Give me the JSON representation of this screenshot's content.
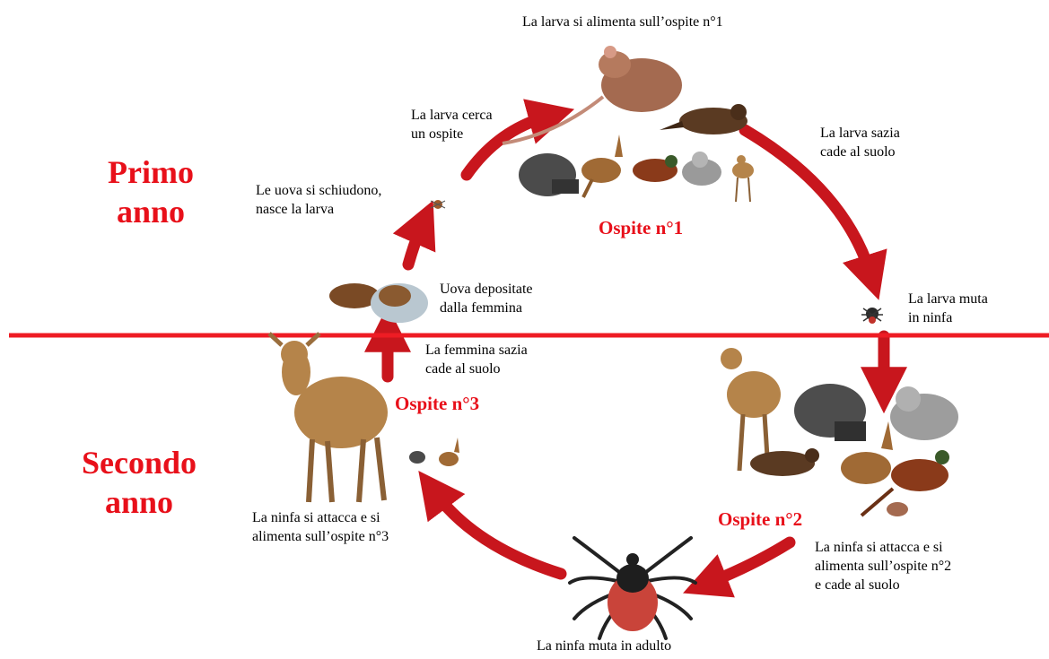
{
  "colors": {
    "accent": "#e8101a",
    "arrow": "#c8161d",
    "divider": "#ee1c24",
    "text": "#000000"
  },
  "years": {
    "first": [
      "Primo",
      "anno"
    ],
    "second": [
      "Secondo",
      "anno"
    ]
  },
  "hosts": {
    "host1": "Ospite n°1",
    "host2": "Ospite n°2",
    "host3": "Ospite n°3"
  },
  "steps": {
    "larva_feeds": "La larva si alimenta sull’ospite n°1",
    "larva_seeks": [
      "La larva cerca",
      "un ospite"
    ],
    "larva_drops": [
      "La larva sazia",
      "cade al suolo"
    ],
    "eggs_hatch": [
      "Le uova si schiudono,",
      "nasce la larva"
    ],
    "eggs_laid": [
      "Uova depositate",
      "dalla femmina"
    ],
    "larva_molts": [
      "La larva muta",
      "in ninfa"
    ],
    "female_drops": [
      "La femmina sazia",
      "cade al suolo"
    ],
    "nymph_feeds3": [
      "La ninfa si attacca e si",
      "alimenta sull’ospite n°3"
    ],
    "nymph_feeds2": [
      "La ninfa si attacca e si",
      "alimenta sull’ospite n°2",
      "e cade al suolo"
    ],
    "nymph_molts": "La ninfa muta in adulto"
  },
  "icons": [
    "mouse-icon",
    "bird-icon",
    "hedgehog-icon",
    "hare-icon",
    "pheasant-icon",
    "squirrel-icon",
    "deer-icon",
    "tick-larva-icon",
    "tick-nymph-icon",
    "tick-adult-icon",
    "eggs-icon"
  ]
}
